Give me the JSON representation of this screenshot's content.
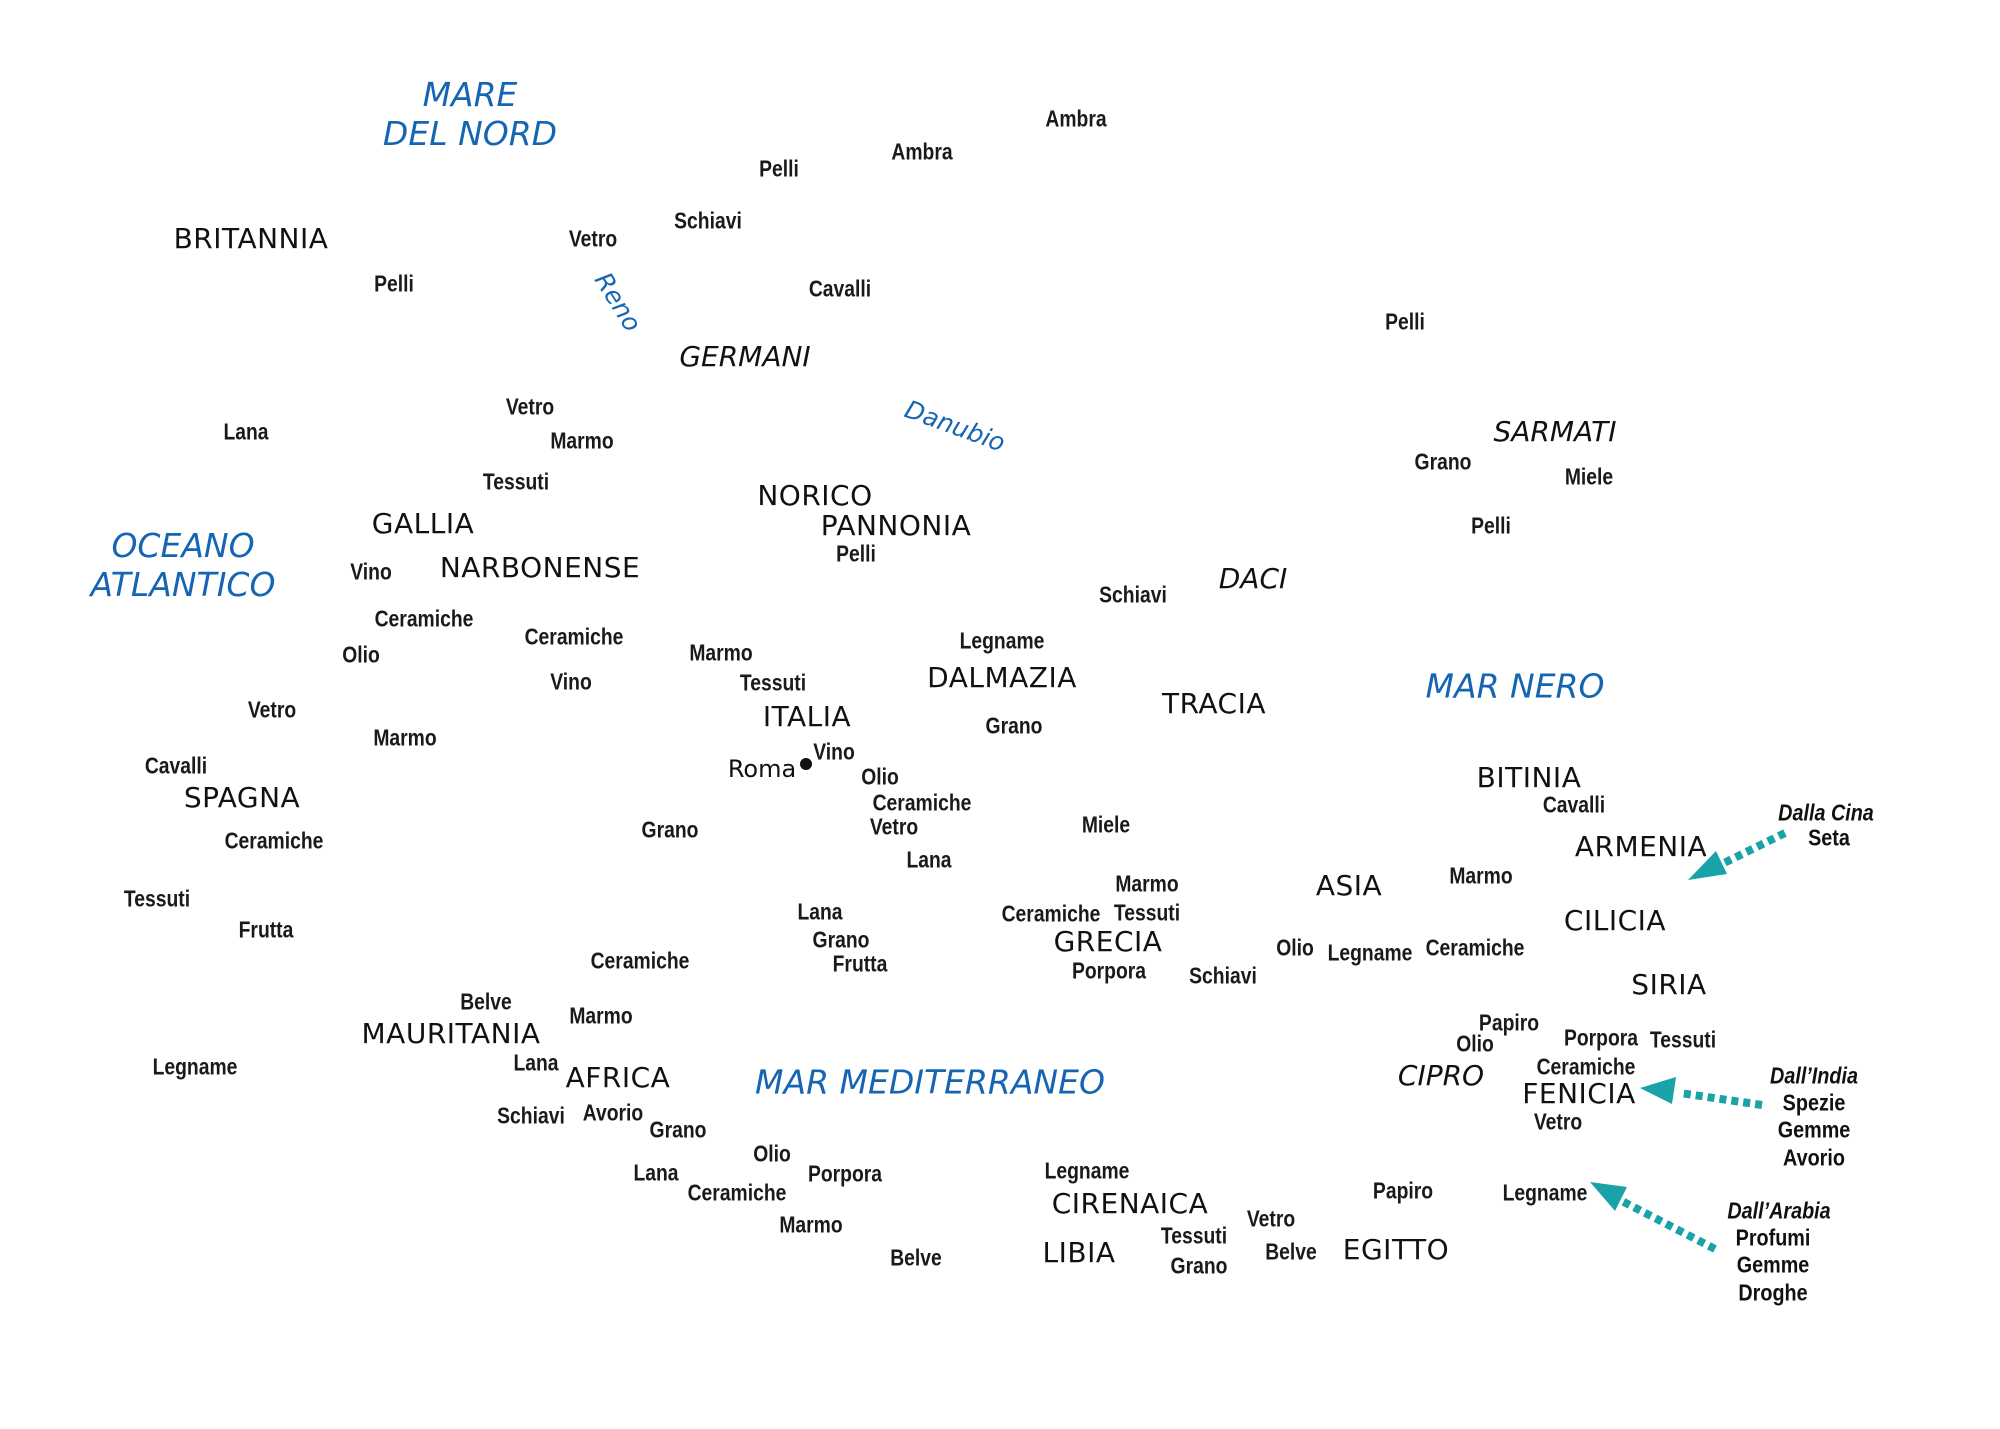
{
  "colors": {
    "sea": "#1565b3",
    "arrow": "#19a3a8",
    "text": "#111111"
  },
  "seas": {
    "mare_del_nord": "MARE\nDEL NORD",
    "oceano_atlantico": "OCEANO\nATLANTICO",
    "mar_nero": "MAR NERO",
    "mar_mediterraneo": "MAR MEDITERRANEO"
  },
  "rivers": {
    "reno": "Reno",
    "danubio": "Danubio"
  },
  "regions": {
    "britannia": "BRITANNIA",
    "gallia": "GALLIA",
    "narbonense": "NARBONENSE",
    "spagna": "SPAGNA",
    "norico": "NORICO",
    "pannonia": "PANNONIA",
    "italia": "ITALIA",
    "dalmazia": "DALMAZIA",
    "tracia": "TRACIA",
    "bitinia": "BITINIA",
    "armenia": "ARMENIA",
    "asia": "ASIA",
    "cilicia": "CILICIA",
    "siria": "SIRIA",
    "fenicia": "FENICIA",
    "grecia": "GRECIA",
    "mauritania": "MAURITANIA",
    "africa": "AFRICA",
    "cirenaica": "CIRENAICA",
    "libia": "LIBIA",
    "egitto": "EGITTO"
  },
  "peoples": {
    "germani": "GERMANI",
    "sarmati": "SARMATI",
    "daci": "DACI",
    "cipro": "CIPRO"
  },
  "city": {
    "roma": "Roma"
  },
  "goods": {
    "ambra_1": "Ambra",
    "ambra_2": "Ambra",
    "pelli_1": "Pelli",
    "schiavi_1": "Schiavi",
    "vetro_1": "Vetro",
    "cavalli_1": "Cavalli",
    "pelli_2": "Pelli",
    "pelli_3": "Pelli",
    "lana_1": "Lana",
    "vetro_2": "Vetro",
    "marmo_1": "Marmo",
    "tessuti_1": "Tessuti",
    "vino_1": "Vino",
    "ceramiche_1": "Ceramiche",
    "olio_1": "Olio",
    "ceramiche_2": "Ceramiche",
    "vino_2": "Vino",
    "vetro_3": "Vetro",
    "marmo_2": "Marmo",
    "cavalli_2": "Cavalli",
    "ceramiche_3": "Ceramiche",
    "tessuti_2": "Tessuti",
    "frutta_1": "Frutta",
    "legname_1": "Legname",
    "pelli_4": "Pelli",
    "marmo_3": "Marmo",
    "tessuti_3": "Tessuti",
    "vino_3": "Vino",
    "olio_2": "Olio",
    "ceramiche_4": "Ceramiche",
    "vetro_4": "Vetro",
    "lana_2": "Lana",
    "grano_1": "Grano",
    "lana_3": "Lana",
    "grano_2": "Grano",
    "frutta_2": "Frutta",
    "legname_2": "Legname",
    "grano_3": "Grano",
    "miele_1": "Miele",
    "schiavi_2": "Schiavi",
    "grano_4": "Grano",
    "miele_2": "Miele",
    "pelli_5": "Pelli",
    "cavalli_3": "Cavalli",
    "marmo_4": "Marmo",
    "marmo_5": "Marmo",
    "tessuti_4": "Tessuti",
    "ceramiche_5": "Ceramiche",
    "porpora_1": "Porpora",
    "schiavi_3": "Schiavi",
    "olio_3": "Olio",
    "legname_3": "Legname",
    "ceramiche_6": "Ceramiche",
    "papiro_1": "Papiro",
    "olio_4": "Olio",
    "porpora_2": "Porpora",
    "tessuti_5": "Tessuti",
    "ceramiche_7": "Ceramiche",
    "vetro_5": "Vetro",
    "ceramiche_8": "Ceramiche",
    "belve_1": "Belve",
    "marmo_6": "Marmo",
    "lana_4": "Lana",
    "schiavi_4": "Schiavi",
    "avorio_1": "Avorio",
    "grano_5": "Grano",
    "olio_5": "Olio",
    "lana_5": "Lana",
    "ceramiche_9": "Ceramiche",
    "porpora_3": "Porpora",
    "marmo_7": "Marmo",
    "belve_2": "Belve",
    "legname_4": "Legname",
    "tessuti_6": "Tessuti",
    "grano_6": "Grano",
    "vetro_6": "Vetro",
    "belve_3": "Belve",
    "papiro_2": "Papiro",
    "legname_5": "Legname"
  },
  "imports": {
    "cina": {
      "label": "Dalla Cina",
      "items": [
        "Seta"
      ]
    },
    "india": {
      "label": "Dall’India",
      "items": [
        "Spezie",
        "Gemme",
        "Avorio"
      ]
    },
    "arabia": {
      "label": "Dall’Arabia",
      "items": [
        "Profumi",
        "Gemme",
        "Droghe"
      ]
    }
  }
}
